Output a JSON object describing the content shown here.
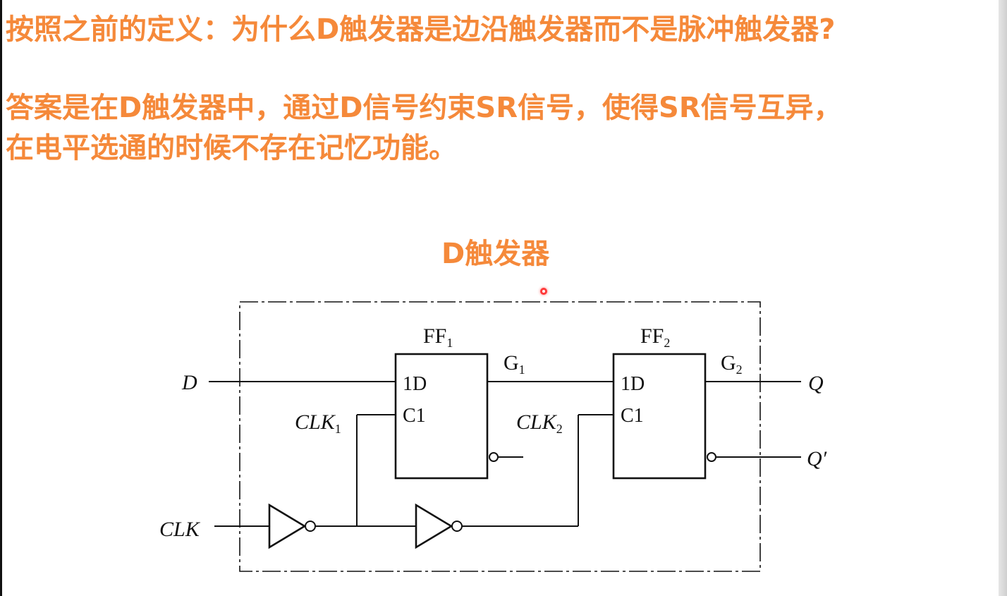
{
  "slide": {
    "question": "按照之前的定义：为什么D触发器是边沿触发器而不是脉冲触发器?",
    "answer_line1": "答案是在D触发器中，通过D信号约束SR信号，使得SR信号互异，",
    "answer_line2": "在电平选通的时候不存在记忆功能。",
    "diagram_title": "D触发器"
  },
  "circuit": {
    "ff1": {
      "name": "FF",
      "sub": "1",
      "input_d": "1D",
      "input_c": "C1"
    },
    "ff2": {
      "name": "FF",
      "sub": "2",
      "input_d": "1D",
      "input_c": "C1"
    },
    "g1": {
      "name": "G",
      "sub": "1"
    },
    "g2": {
      "name": "G",
      "sub": "2"
    },
    "in_d": "D",
    "in_clk": "CLK",
    "clk1": {
      "name": "CLK",
      "sub": "1"
    },
    "clk2": {
      "name": "CLK",
      "sub": "2"
    },
    "out_q": "Q",
    "out_qbar": "Q′"
  },
  "colors": {
    "accent": "#f5893a",
    "line": "#111111"
  }
}
